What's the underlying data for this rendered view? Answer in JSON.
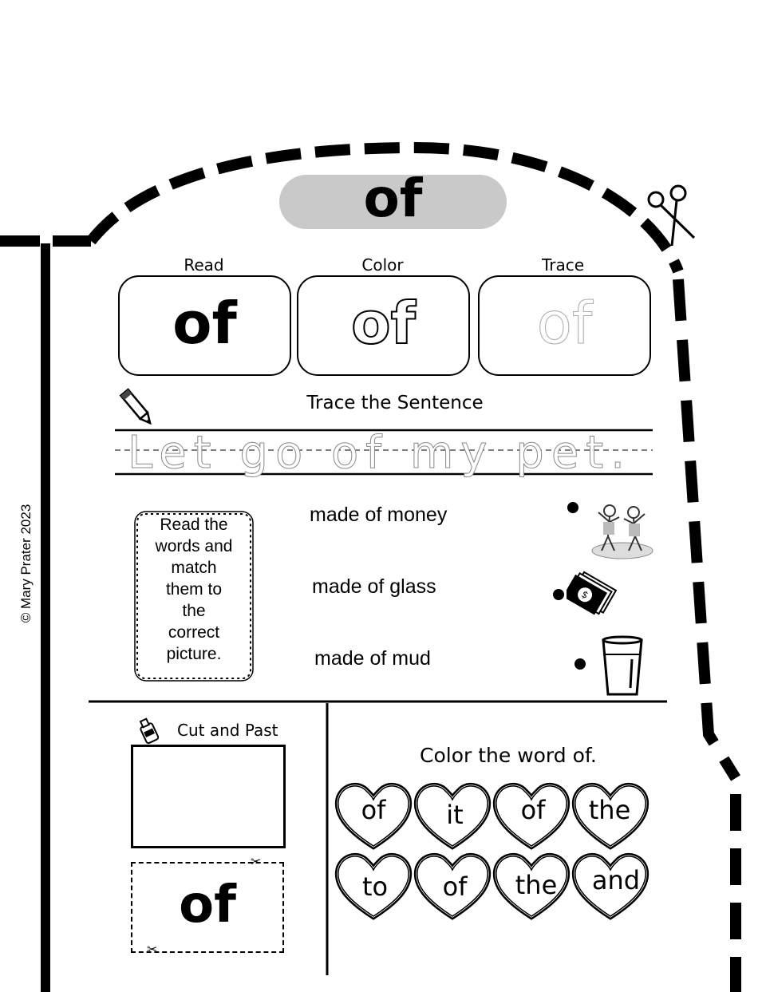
{
  "title_word": "of",
  "columns": [
    {
      "label": "Read",
      "word": "of"
    },
    {
      "label": "Color",
      "word": "of"
    },
    {
      "label": "Trace",
      "word": "of"
    }
  ],
  "trace_sentence": {
    "heading": "Trace the Sentence",
    "sentence": "Let go of my pet."
  },
  "matching": {
    "instructions": [
      "Read the",
      "words and",
      "match",
      "them to",
      "the",
      "correct",
      "picture."
    ],
    "phrases": [
      "made of money",
      "made of glass",
      "made of mud"
    ],
    "pictures": [
      "kids-in-mud-picture",
      "money-picture",
      "glass-picture"
    ]
  },
  "cut_paste": {
    "heading": "Cut and Past",
    "word": "of"
  },
  "color_word": {
    "heading": "Color the word of.",
    "hearts": [
      "of",
      "it",
      "of",
      "the",
      "to",
      "of",
      "the",
      "and"
    ]
  },
  "copyright": "© Mary Prater 2023",
  "icons": [
    "scissors-icon",
    "pencil-icon",
    "glue-icon"
  ]
}
